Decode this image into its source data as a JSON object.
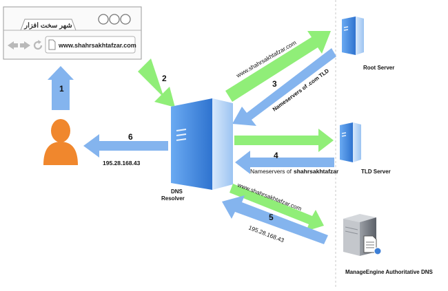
{
  "browser": {
    "tab_title": "شهر سخت افزار",
    "address_url": "www.shahrsakhtafzar.com"
  },
  "nodes": {
    "dns_resolver": [
      "DNS",
      "Resolver"
    ],
    "root_server": "Root Server",
    "tld_server": "TLD Server",
    "authoritative_dns": "ManageEngine Authoritative DNS"
  },
  "steps": [
    "1",
    "2",
    "3",
    "4",
    "5",
    "6"
  ],
  "messages": {
    "query_root": "www.shahrsakhtafzar.com",
    "reply_root": "Nameservers of .com TLD",
    "reply_tld_prefix": "Nameservers of",
    "reply_tld_domain": "shahrsakhtafzar",
    "query_auth": "www.shahrsakhtafzar.com",
    "reply_auth": "195.28.168.43",
    "reply_user": "195.28.168.43"
  },
  "colors": {
    "green_arrow": "#90ee78",
    "blue_arrow": "#84b4ee",
    "server_blue": "#3d7fd6",
    "user_orange": "#f0872d",
    "divider": "#c9c9c9"
  }
}
